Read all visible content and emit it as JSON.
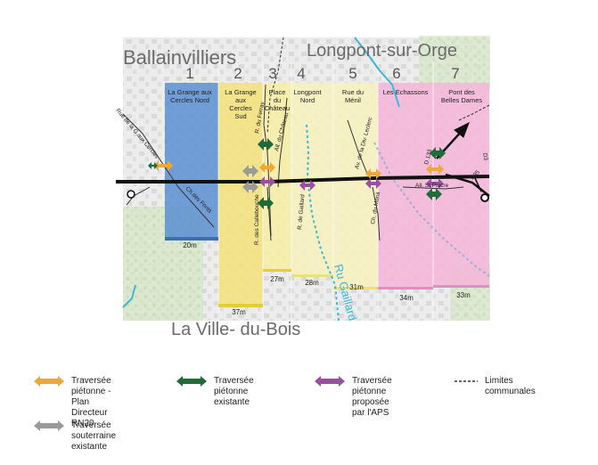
{
  "map": {
    "town_labels": {
      "north_west": "Ballainvilliers",
      "north_east": "Longpont-sur-Orge",
      "south": "La Ville- du-Bois"
    },
    "zones": [
      {
        "num": "1",
        "name": "La Grange aux Cercles Nord",
        "width_label": "20m",
        "color": "#5b8fd1"
      },
      {
        "num": "2",
        "name": "La Grange aux Cercles Sud",
        "width_label": "37m",
        "color": "#f4e37a"
      },
      {
        "num": "3",
        "name": "Place du Château",
        "width_label": "27m",
        "color": "#f7eea3"
      },
      {
        "num": "4",
        "name": "Longpont Nord",
        "width_label": "28m",
        "color": "#f8f2bd"
      },
      {
        "num": "5",
        "name": "Rue du Ménil",
        "width_label": "31m",
        "color": "#f8f2bd"
      },
      {
        "num": "6",
        "name": "Les Echassons",
        "width_label": "34m",
        "color": "#f4b5d8"
      },
      {
        "num": "7",
        "name": "Pont des Belles Dames",
        "width_label": "33m",
        "color": "#f4b5d8"
      }
    ],
    "street_labels": {
      "rue_grange": "Rue de la G.aux Cercles",
      "fonts": "Ch.des Fonts",
      "ferray": "R. du Ferray",
      "allee_chateau": "All. du Château",
      "callebouche": "R. des Callebouche",
      "gaillard": "R. de Gaillard",
      "div_leclerc": "Av. de la Div. Leclerc",
      "menil": "Ch. du Ménil",
      "d133": "D 133",
      "st_piacre": "All. St Piacre",
      "d35": "D35",
      "d3": "D3",
      "ru_gaillard": "Ru Gaillard"
    },
    "colors": {
      "orange": "#f0a73a",
      "green": "#1f6b3a",
      "purple": "#9b4fa3",
      "grey": "#9a9a9a",
      "cyan": "#3ab8d8",
      "road": "#111111"
    }
  },
  "legend": [
    {
      "icon": "orange-crossing-icon",
      "label_line1": "Traversée piétonne -",
      "label_line2": "Plan Directeur RN20"
    },
    {
      "icon": "green-crossing-icon",
      "label_line1": "Traversée piétonne",
      "label_line2": "existante"
    },
    {
      "icon": "purple-crossing-icon",
      "label_line1": "Traversée piétonne",
      "label_line2": "proposée par l'APS"
    },
    {
      "icon": "dashed-line-icon",
      "label_line1": "Limites communales",
      "label_line2": ""
    },
    {
      "icon": "grey-crossing-icon",
      "label_line1": "Traversée souterraine",
      "label_line2": "existante"
    }
  ]
}
